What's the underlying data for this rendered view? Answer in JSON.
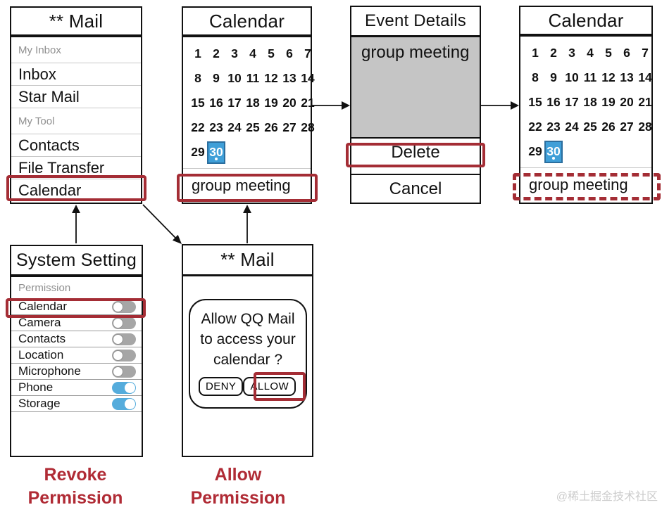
{
  "panels": {
    "mail_list": {
      "title": "** Mail",
      "items": [
        {
          "label": "My Inbox",
          "type": "section"
        },
        {
          "label": "Inbox",
          "type": "item"
        },
        {
          "label": "Star Mail",
          "type": "item"
        },
        {
          "label": "My Tool",
          "type": "section"
        },
        {
          "label": "Contacts",
          "type": "item"
        },
        {
          "label": "File Transfer",
          "type": "item"
        },
        {
          "label": "Calendar",
          "type": "item",
          "highlighted": true
        }
      ]
    },
    "calendar_before": {
      "title": "Calendar",
      "weeks": [
        [
          "1",
          "2",
          "3",
          "4",
          "5",
          "6",
          "7"
        ],
        [
          "8",
          "9",
          "10",
          "11",
          "12",
          "13",
          "14"
        ],
        [
          "15",
          "16",
          "17",
          "18",
          "19",
          "20",
          "21"
        ],
        [
          "22",
          "23",
          "24",
          "25",
          "26",
          "27",
          "28"
        ],
        [
          "29",
          "30",
          "",
          "",
          "",
          "",
          ""
        ]
      ],
      "selected_day": "30",
      "event_label": "group meeting",
      "event_highlight": "solid"
    },
    "event_details": {
      "title": "Event Details",
      "event_name": "group meeting",
      "delete_label": "Delete",
      "cancel_label": "Cancel"
    },
    "calendar_after": {
      "title": "Calendar",
      "weeks": [
        [
          "1",
          "2",
          "3",
          "4",
          "5",
          "6",
          "7"
        ],
        [
          "8",
          "9",
          "10",
          "11",
          "12",
          "13",
          "14"
        ],
        [
          "15",
          "16",
          "17",
          "18",
          "19",
          "20",
          "21"
        ],
        [
          "22",
          "23",
          "24",
          "25",
          "26",
          "27",
          "28"
        ],
        [
          "29",
          "30",
          "",
          "",
          "",
          "",
          ""
        ]
      ],
      "selected_day": "30",
      "event_label": "group meeting",
      "event_highlight": "dashed"
    },
    "system_setting": {
      "title": "System Setting",
      "section_label": "Permission",
      "toggles": [
        {
          "label": "Calendar",
          "on": false,
          "highlighted": true
        },
        {
          "label": "Camera",
          "on": false
        },
        {
          "label": "Contacts",
          "on": false
        },
        {
          "label": "Location",
          "on": false
        },
        {
          "label": "Microphone",
          "on": false
        },
        {
          "label": "Phone",
          "on": true
        },
        {
          "label": "Storage",
          "on": true
        }
      ]
    },
    "mail_dialog": {
      "title": "** Mail",
      "prompt_lines": [
        "Allow QQ Mail",
        "to access your",
        "calendar ?"
      ],
      "deny_label": "DENY",
      "allow_label": "ALLOW"
    }
  },
  "captions": {
    "revoke_lines": [
      "Revoke",
      "Permission"
    ],
    "allow_lines": [
      "Allow",
      "Permission"
    ]
  },
  "watermark": "@稀土掘金技术社区",
  "colors": {
    "accent_red": "#A42D35",
    "caption_red": "#B02B35",
    "selected_blue": "#3F9FD8",
    "selected_blue_border": "#2B6E9E",
    "toggle_on_blue": "#55ACDC",
    "toggle_off_gray": "#A6A6A6",
    "event_area_gray": "#C5C5C5",
    "muted_text": "#8F8F8F",
    "divider_gray": "#C8C8C8",
    "watermark_gray": "#CCCCCC"
  }
}
